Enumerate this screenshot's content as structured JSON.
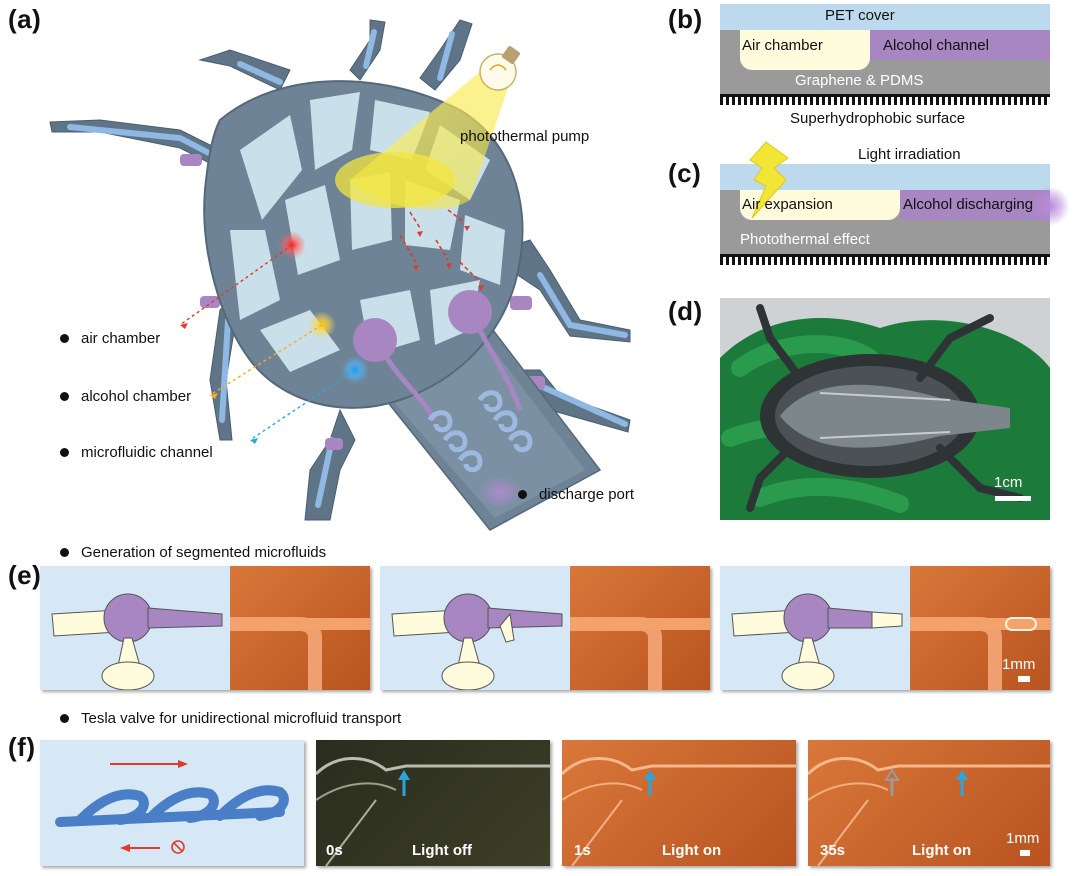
{
  "panels": {
    "a": "(a)",
    "b": "(b)",
    "c": "(c)",
    "d": "(d)",
    "e": "(e)",
    "f": "(f)"
  },
  "panel_a": {
    "photothermal_pump": "photothermal pump",
    "air_chamber": "air chamber",
    "alcohol_chamber": "alcohol chamber",
    "microfluidic_channel": "microfluidic channel",
    "discharge_port": "discharge port"
  },
  "panel_b": {
    "pet_cover": "PET cover",
    "air_chamber": "Air chamber",
    "alcohol_channel": "Alcohol channel",
    "graphene_pdms": "Graphene & PDMS",
    "superhydrophobic": "Superhydrophobic surface"
  },
  "panel_c": {
    "light_irradiation": "Light irradiation",
    "air_expansion": "Air expansion",
    "alcohol_discharging": "Alcohol discharging",
    "photothermal_effect": "Photothermal effect"
  },
  "panel_d": {
    "scale": "1cm"
  },
  "panel_e": {
    "heading": "Generation of segmented microfluids",
    "scale": "1mm"
  },
  "panel_f": {
    "heading": "Tesla valve for unidirectional microfluid transport",
    "frames": [
      {
        "time": "0s",
        "state": "Light off"
      },
      {
        "time": "1s",
        "state": "Light on"
      },
      {
        "time": "35s",
        "state": "Light on"
      }
    ],
    "scale": "1mm"
  },
  "colors": {
    "pet": "#bcd9ee",
    "alcohol": "#a886c2",
    "air": "#fffbdc",
    "pdms": "#9a9a9a",
    "body_dark": "#6f8396",
    "body_light": "#c9e0ea",
    "channel_blue": "#8fb8e3",
    "photo_orange": "#c9642a",
    "arrow_red": "#e03a2a",
    "arrow_blue": "#2aa6dc"
  }
}
